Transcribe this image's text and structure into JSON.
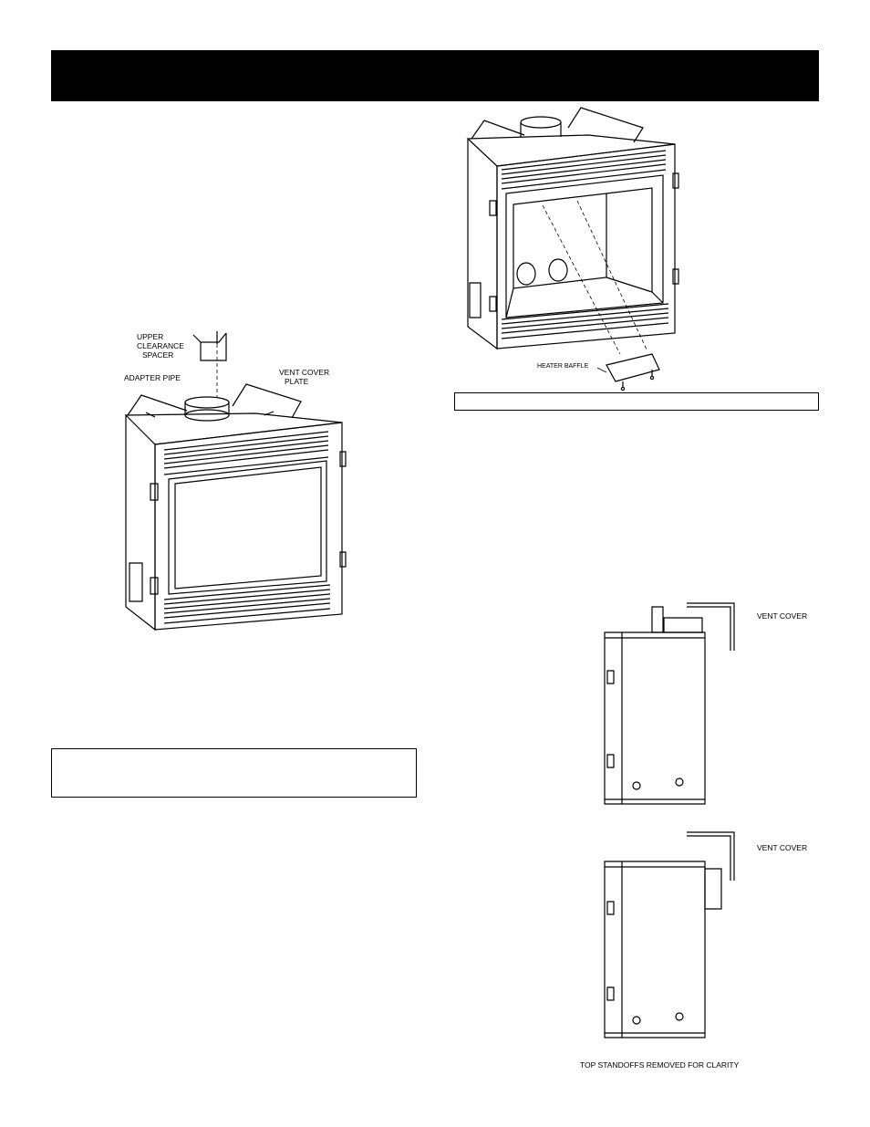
{
  "figure_left": {
    "labels": {
      "upper_clearance_spacer": [
        "UPPER",
        "CLEARANCE",
        "SPACER"
      ],
      "adapter_pipe": "ADAPTER PIPE",
      "vent_cover_plate": [
        "VENT COVER",
        "PLATE"
      ]
    }
  },
  "figure_right_top": {
    "labels": {
      "heater_baffle": "HEATER BAFFLE"
    }
  },
  "figure_side_1": {
    "labels": {
      "vent_cover": "VENT COVER"
    }
  },
  "figure_side_2": {
    "labels": {
      "vent_cover": "VENT COVER"
    }
  },
  "caption_bottom": "TOP STANDOFFS REMOVED FOR CLARITY"
}
